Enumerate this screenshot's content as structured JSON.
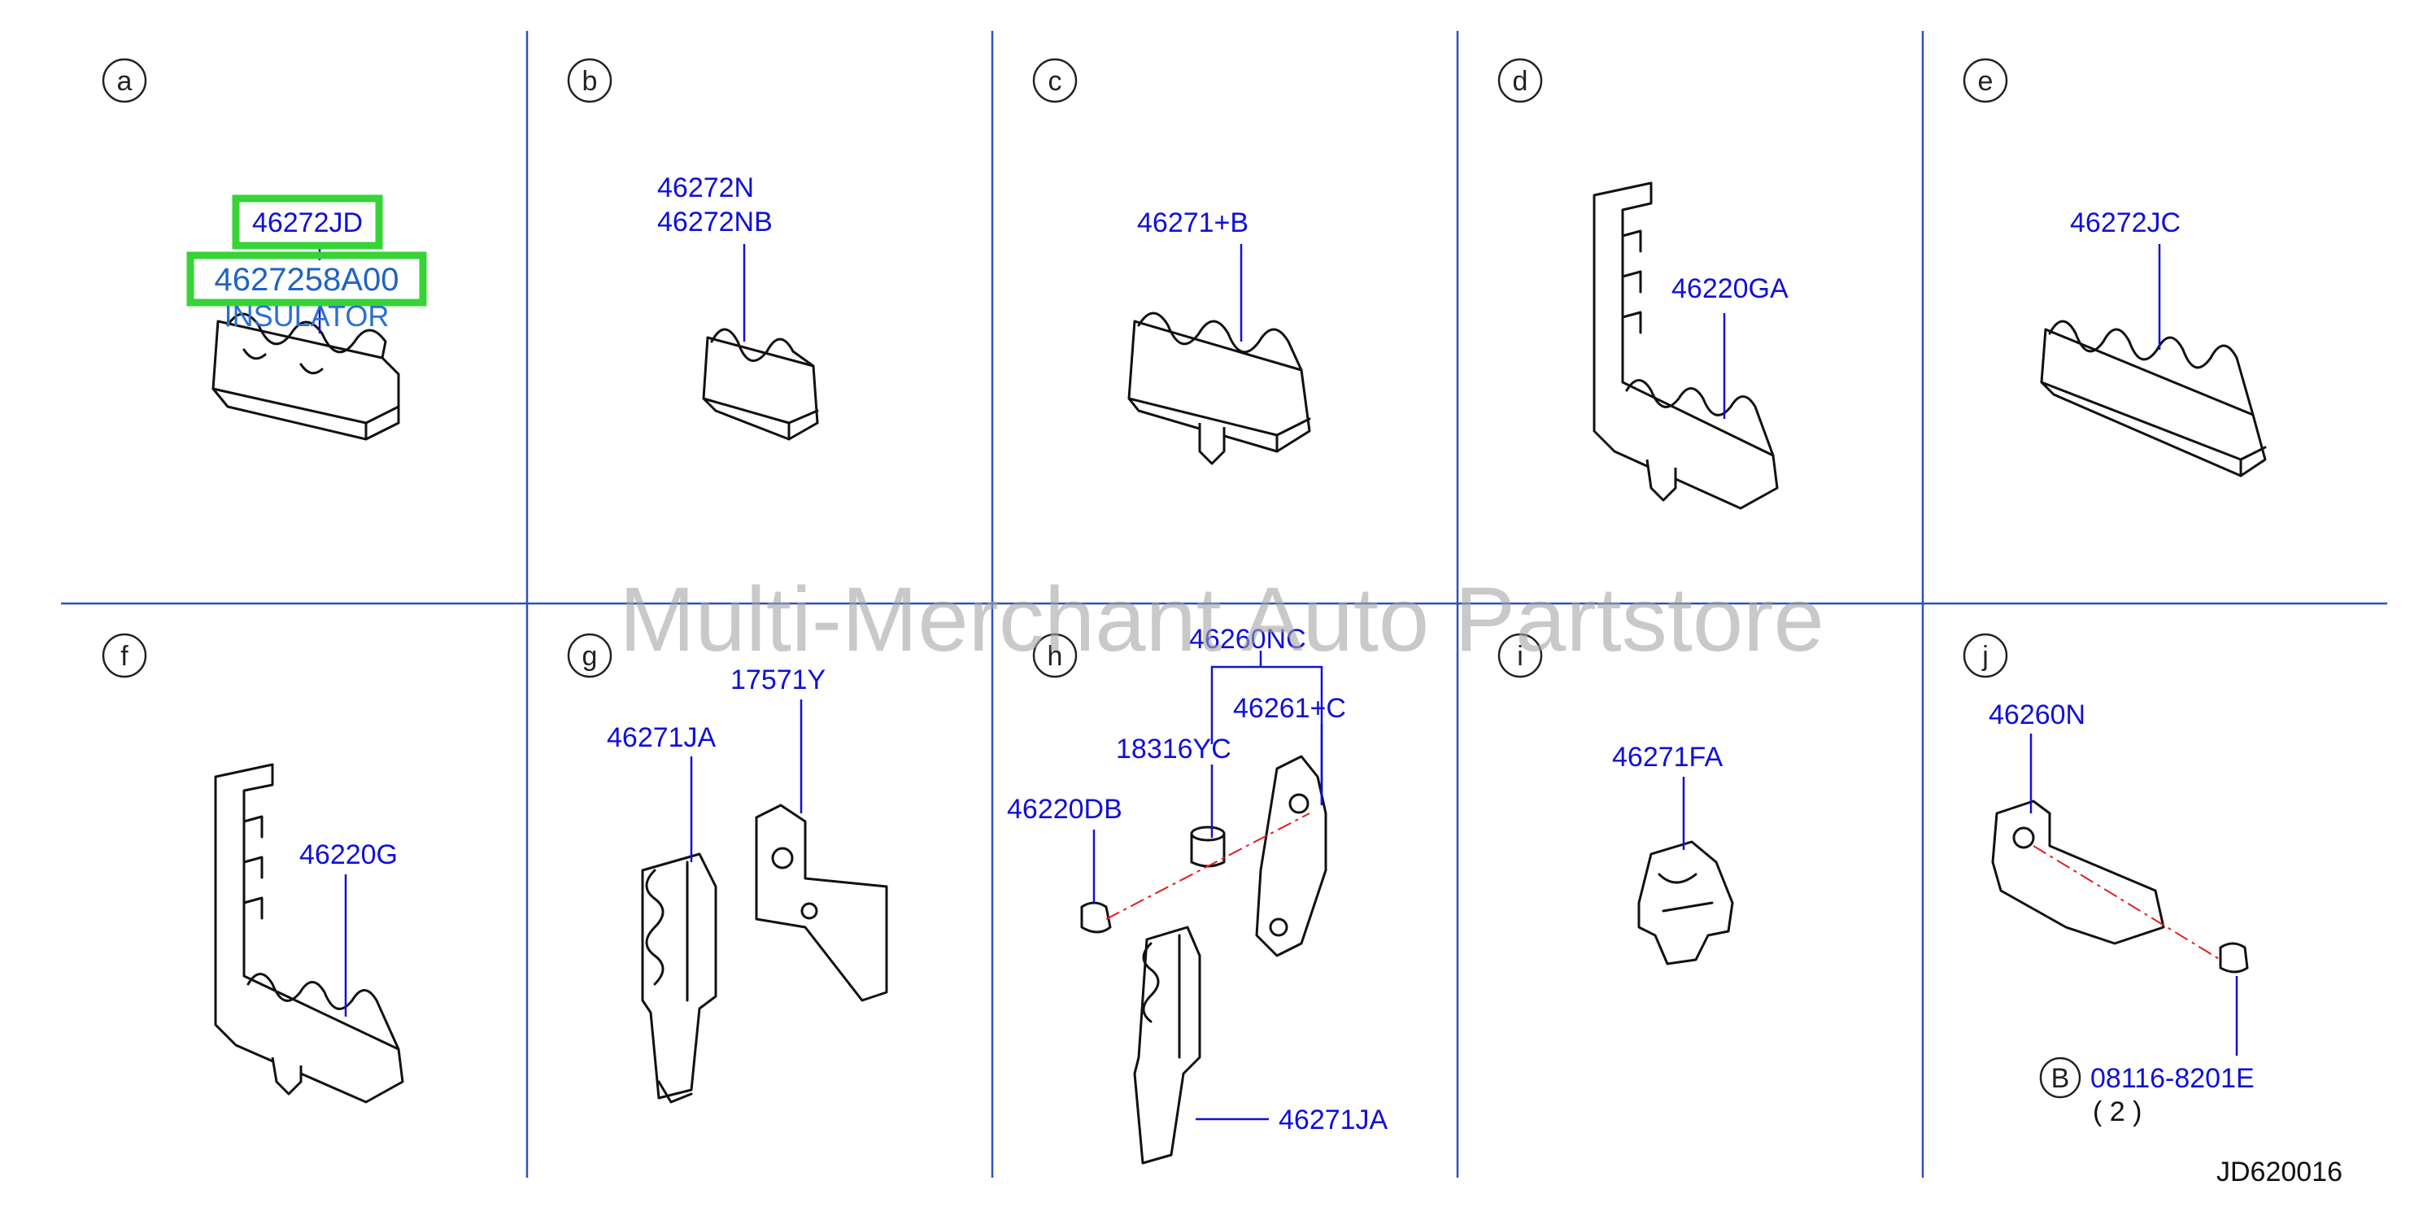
{
  "watermark": "Multi-Merchant Auto Partstore",
  "diagram_code": "JD620016",
  "panels": [
    {
      "letter": "a",
      "parts": [
        "46272JD",
        "4627258A00",
        "INSULATOR"
      ]
    },
    {
      "letter": "b",
      "parts": [
        "46272N",
        "46272NB"
      ]
    },
    {
      "letter": "c",
      "parts": [
        "46271+B"
      ]
    },
    {
      "letter": "d",
      "parts": [
        "46220GA"
      ]
    },
    {
      "letter": "e",
      "parts": [
        "46272JC"
      ]
    },
    {
      "letter": "f",
      "parts": [
        "46220G"
      ]
    },
    {
      "letter": "g",
      "parts": [
        "17571Y",
        "46271JA"
      ]
    },
    {
      "letter": "h",
      "parts": [
        "46260NC",
        "46261+C",
        "18316YC",
        "46220DB",
        "46271JA"
      ]
    },
    {
      "letter": "i",
      "parts": [
        "46271FA"
      ]
    },
    {
      "letter": "j",
      "parts": [
        "46260N",
        "08116-8201E",
        "( 2 )"
      ],
      "ref_marker": "B"
    }
  ],
  "highlight_color": "#37d337",
  "part_number_color": "#1010d8",
  "grid_color": "#2b53b8"
}
